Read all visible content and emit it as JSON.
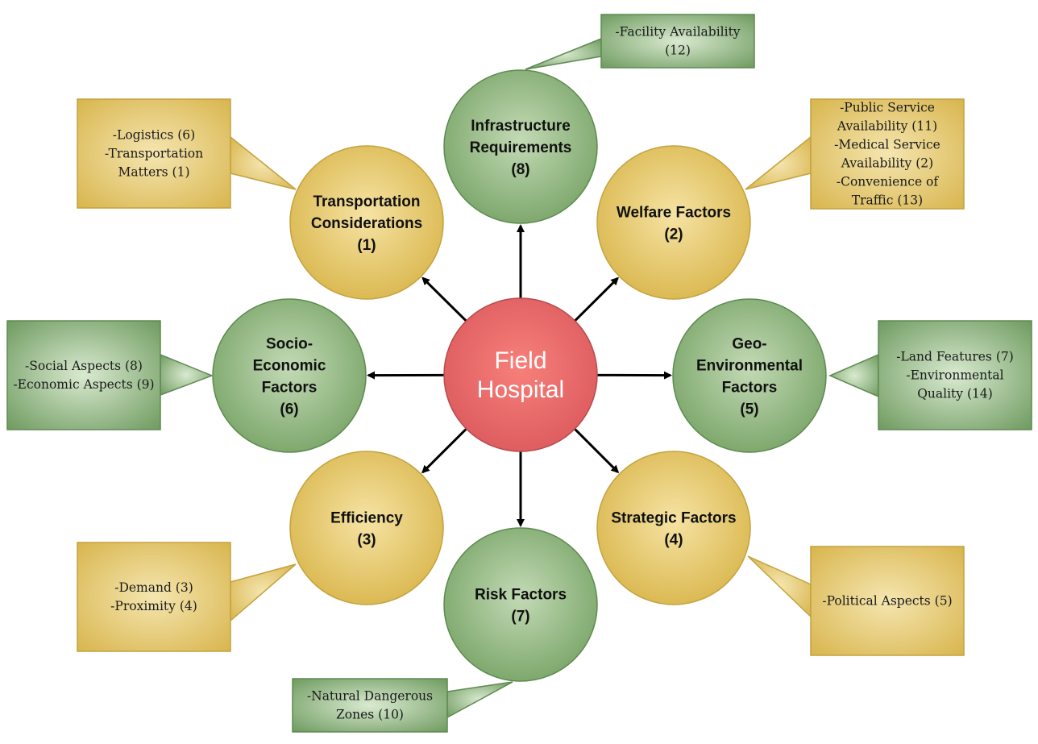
{
  "center": {
    "lines": [
      "Field",
      "Hospital"
    ],
    "color": "#e0605c"
  },
  "colors": {
    "gold": "#e4c564",
    "green": "#8eb47e",
    "gold_box": "#e7cc78",
    "green_box": "#8fb486",
    "arrow": "#000000"
  },
  "factors": [
    {
      "id": "infrastructure",
      "lines": [
        "Infrastructure",
        "Requirements",
        "(8)"
      ],
      "color": "green"
    },
    {
      "id": "welfare",
      "lines": [
        "Welfare Factors",
        "(2)"
      ],
      "color": "gold"
    },
    {
      "id": "geo-environmental",
      "lines": [
        "Geo-",
        "Environmental",
        "Factors",
        "(5)"
      ],
      "color": "green"
    },
    {
      "id": "strategic",
      "lines": [
        "Strategic Factors",
        "(4)"
      ],
      "color": "gold"
    },
    {
      "id": "risk",
      "lines": [
        "Risk Factors",
        "(7)"
      ],
      "color": "green"
    },
    {
      "id": "efficiency",
      "lines": [
        "Efficiency",
        "(3)"
      ],
      "color": "gold"
    },
    {
      "id": "socio-economic",
      "lines": [
        "Socio-",
        "Economic",
        "Factors",
        "(6)"
      ],
      "color": "green"
    },
    {
      "id": "transportation",
      "lines": [
        "Transportation",
        "Considerations",
        "(1)"
      ],
      "color": "gold"
    }
  ],
  "callouts": [
    {
      "id": "infrastructure",
      "lines": [
        "-Facility Availability",
        "(12)"
      ],
      "color": "green"
    },
    {
      "id": "welfare",
      "lines": [
        "-Public Service",
        "Availability (11)",
        "-Medical Service",
        "Availability (2)",
        "-Convenience of",
        "Traffic (13)"
      ],
      "color": "gold"
    },
    {
      "id": "geo-environmental",
      "lines": [
        "-Land Features (7)",
        "-Environmental",
        "Quality (14)"
      ],
      "color": "green"
    },
    {
      "id": "strategic",
      "lines": [
        "-Political Aspects (5)"
      ],
      "color": "gold"
    },
    {
      "id": "risk",
      "lines": [
        "-Natural Dangerous",
        "Zones (10)"
      ],
      "color": "green"
    },
    {
      "id": "efficiency",
      "lines": [
        "-Demand (3)",
        "-Proximity (4)"
      ],
      "color": "gold"
    },
    {
      "id": "socio-economic",
      "lines": [
        "-Social Aspects (8)",
        "-Economic Aspects (9)"
      ],
      "color": "green"
    },
    {
      "id": "transportation",
      "lines": [
        "-Logistics (6)",
        "-Transportation",
        "Matters (1)"
      ],
      "color": "gold"
    }
  ]
}
